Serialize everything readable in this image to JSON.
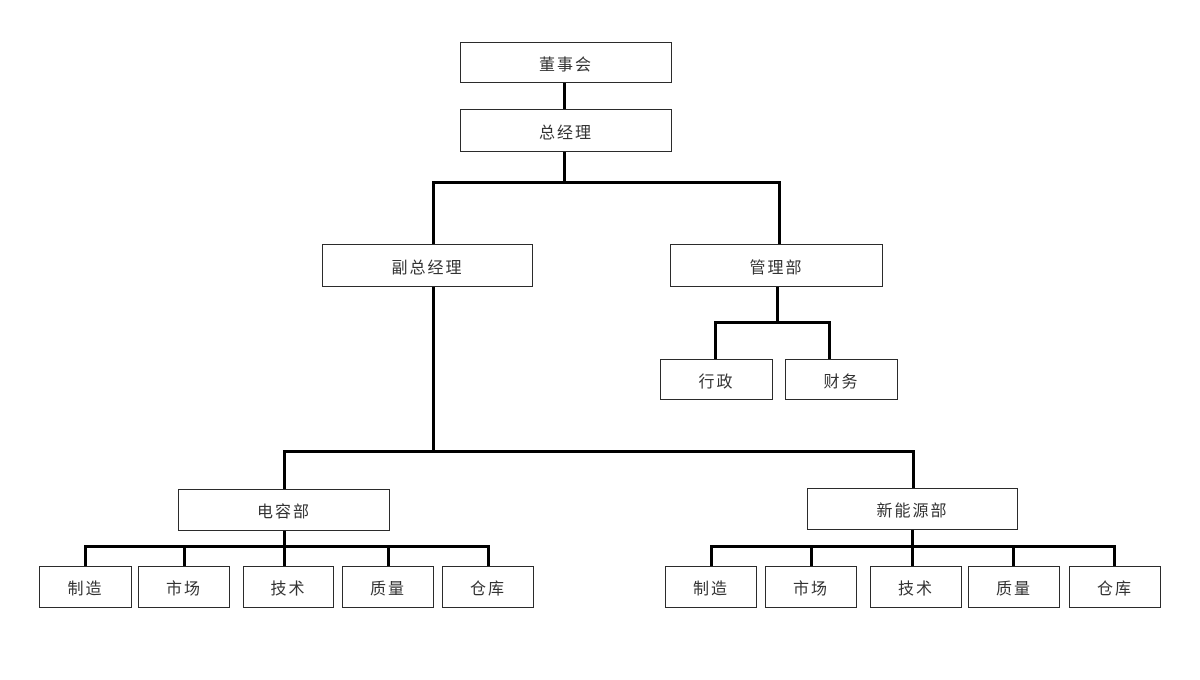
{
  "org": {
    "board": "董事会",
    "general_manager": "总经理",
    "deputy_general_manager": "副总经理",
    "management_dept": "管理部",
    "management_children": [
      "行政",
      "财务"
    ],
    "capacitor_dept": "电容部",
    "capacitor_children": [
      "制造",
      "市场",
      "技术",
      "质量",
      "仓库"
    ],
    "new_energy_dept": "新能源部",
    "new_energy_children": [
      "制造",
      "市场",
      "技术",
      "质量",
      "仓库"
    ]
  },
  "colors": {
    "background": "#ffffff",
    "box_border": "#2b2b2b",
    "connector_line": "#000000",
    "text": "#333333"
  }
}
